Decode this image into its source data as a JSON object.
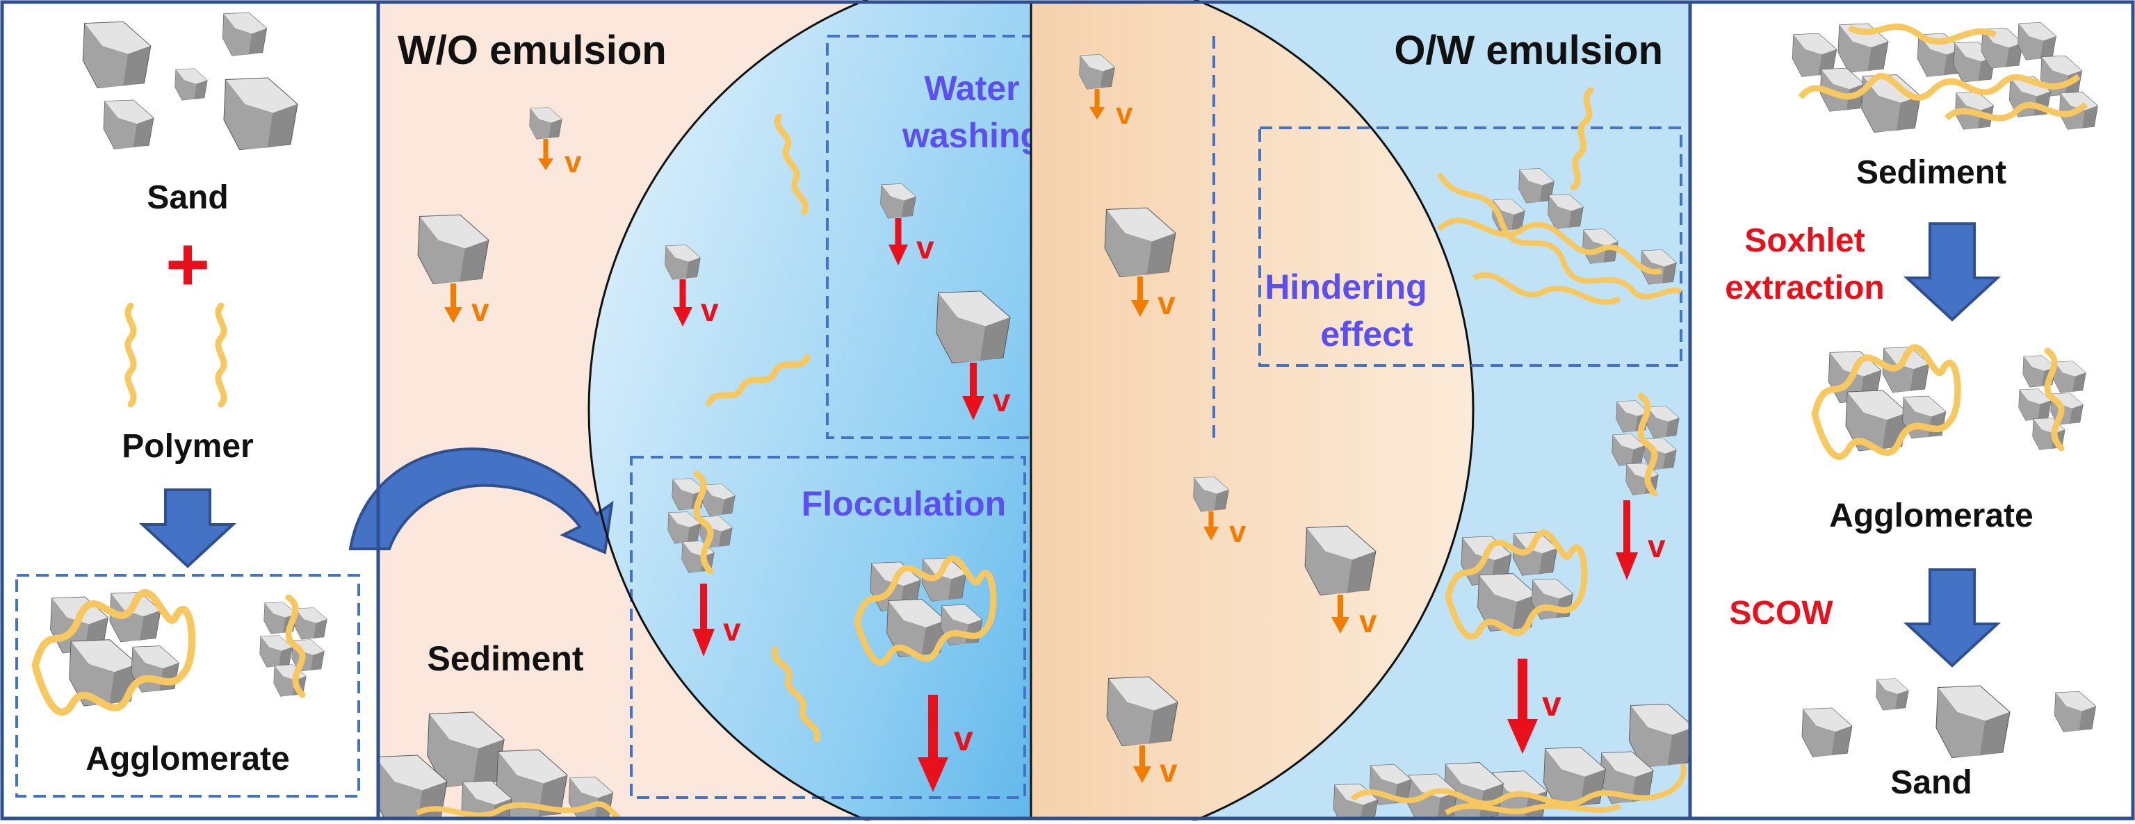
{
  "left_panel": {
    "sand_label": "Sand",
    "plus_sign": "+",
    "polymer_label": "Polymer",
    "agglomerate_label": "Agglomerate"
  },
  "wo_panel": {
    "title": "W/O emulsion",
    "sediment_label": "Sediment",
    "water_washing_label_line1": "Water",
    "water_washing_label_line2": "washing",
    "flocculation_label": "Flocculation"
  },
  "ow_panel": {
    "title": "O/W emulsion",
    "hindering_label_line1": "Hindering",
    "hindering_label_line2": "effect"
  },
  "right_panel": {
    "sediment_label": "Sediment",
    "soxhlet_label_line1": "Soxhlet",
    "soxhlet_label_line2": "extraction",
    "agglomerate_label": "Agglomerate",
    "scow_label": "SCOW",
    "sand_label": "Sand"
  },
  "velocity_symbol": "v",
  "colors": {
    "frame_blue": "#2f4f8f",
    "dash_blue": "#4472c4",
    "arrow_blue": "#4472c4",
    "process_label_blue": "#5b4ff0",
    "red": "#e8101a",
    "orange": "#f07c00",
    "polymer_yellow": "#f7c860",
    "wo_background": "#fbe7dc",
    "ow_background": "#bfe2f6"
  },
  "icons": [
    "sand-particle-icon",
    "polymer-chain-icon",
    "agglomerate-icon",
    "down-arrow-icon",
    "curved-arrow-icon",
    "settling-arrow-icon"
  ]
}
